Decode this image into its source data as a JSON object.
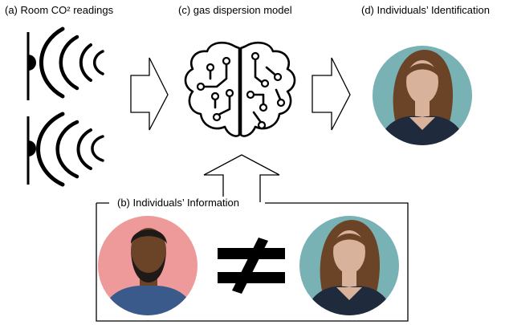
{
  "labels": {
    "sensors": "(a) Room CO² readings",
    "model": "(c) gas dispersion model",
    "identification": "(d) Individuals’ Identification",
    "information": "(b)  Individuals’ Information"
  },
  "colors": {
    "ink": "#000000",
    "person_bg_teal": "#79b2b5",
    "person_bg_pink": "#ef9a9a",
    "skin_light": "#d8b29a",
    "skin_dark": "#6b4428",
    "hair_brown": "#6b4427",
    "beard_black": "#1f1a17",
    "shirt_navy": "#1f2a3c",
    "shirt_blue": "#3a5a8c"
  },
  "icons": [
    "co2-sensor-icon",
    "co2-sensor-icon",
    "brain-circuit-icon",
    "woman-avatar-icon",
    "man-avatar-icon",
    "not-equal-icon",
    "arrow-right-icon",
    "arrow-up-icon"
  ]
}
